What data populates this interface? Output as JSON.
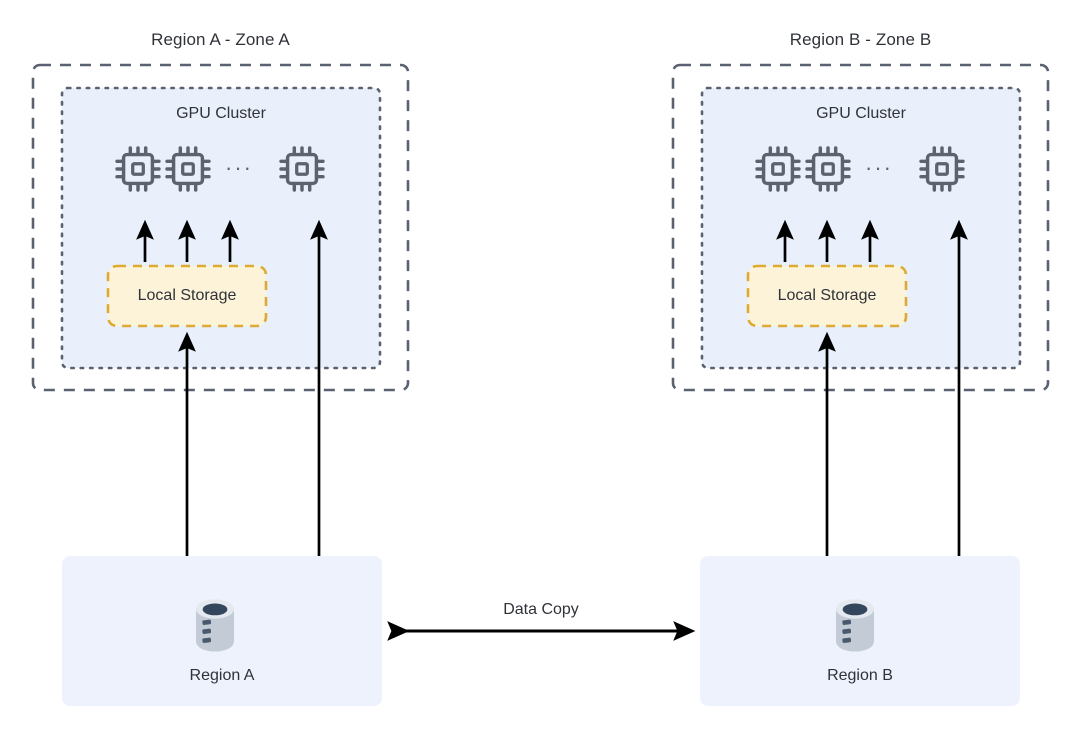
{
  "diagram": {
    "title_left": "Region A - Zone A",
    "title_right": "Region B - Zone B",
    "cluster_label": "GPU Cluster",
    "storage_label": "Local Storage",
    "region_a_label": "Region A",
    "region_b_label": "Region B",
    "link_label": "Data Copy",
    "gpu_ellipsis": "···",
    "gpu_count_visible": 3,
    "colors": {
      "page_background": "#ffffff",
      "zone_border": "#5a6170",
      "cluster_fill": "#eaf0fb",
      "cluster_border": "#5a6170",
      "storage_fill": "#fcf3d9",
      "storage_border": "#ddaa33",
      "region_box_fill": "#edf2fc",
      "arrow": "#000000",
      "chip_icon": "#5c6370",
      "db_body": "#c3ccd6",
      "db_top": "#34465c",
      "text": "#2f3338"
    }
  }
}
